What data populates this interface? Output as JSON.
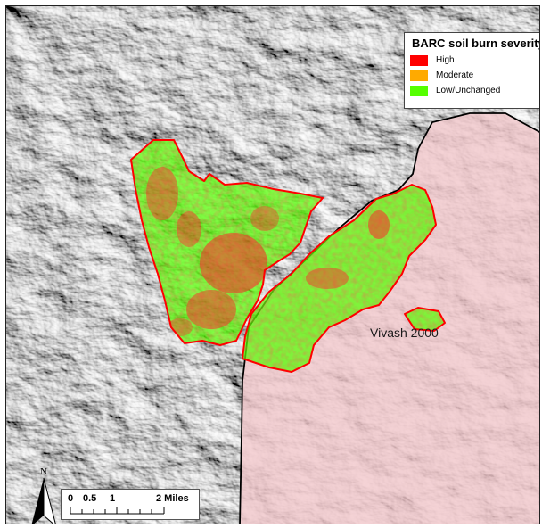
{
  "legend": {
    "title": "BARC soil burn severity",
    "items": [
      {
        "label": "High",
        "color": "#ff0000"
      },
      {
        "label": "Moderate",
        "color": "#ffaa00"
      },
      {
        "label": "Low/Unchanged",
        "color": "#55ff00"
      }
    ]
  },
  "place_label": "Vivash 2000",
  "scale_bar": {
    "labels": [
      "0",
      "0.5",
      "1",
      "2 Miles"
    ]
  },
  "north_arrow": {
    "label": "N"
  },
  "colors": {
    "prior_fire_fill": "#f3c9cd",
    "burn_perimeter": "#ff0000",
    "prior_fire_outline": "#000000"
  }
}
